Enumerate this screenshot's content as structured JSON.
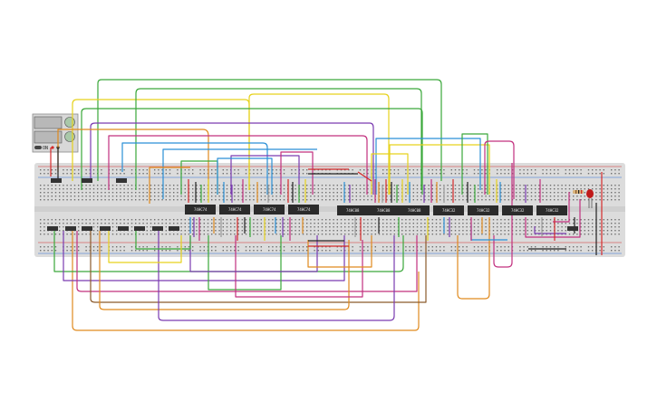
{
  "app": {
    "title": "Breadboard circuit editor"
  },
  "power_supply": {
    "readout_top": "",
    "readout_bottom": "",
    "switch_label": "ON"
  },
  "chips": [
    {
      "label": "74HC74"
    },
    {
      "label": "74HC74"
    },
    {
      "label": "74HC74"
    },
    {
      "label": "74HC74"
    },
    {
      "label": "74HC08"
    },
    {
      "label": "74HC08"
    },
    {
      "label": "74HC08"
    },
    {
      "label": "74HC32"
    },
    {
      "label": "74HC32"
    },
    {
      "label": "74HC32"
    },
    {
      "label": "74HC32"
    }
  ],
  "colors": {
    "board": "#dcdcdc",
    "chip": "#2b2b2b",
    "wire_orange": "#e08a1e",
    "wire_green": "#3aa83a",
    "wire_yellow": "#e6d21c",
    "wire_purple": "#7a3bb0",
    "wire_magenta": "#c2307e",
    "wire_blue": "#2a8fd6",
    "wire_brown": "#8b5a2b",
    "wire_red": "#d42a2a",
    "wire_black": "#222222",
    "wire_gray": "#9a9a9a",
    "led": "#c01a1a"
  }
}
